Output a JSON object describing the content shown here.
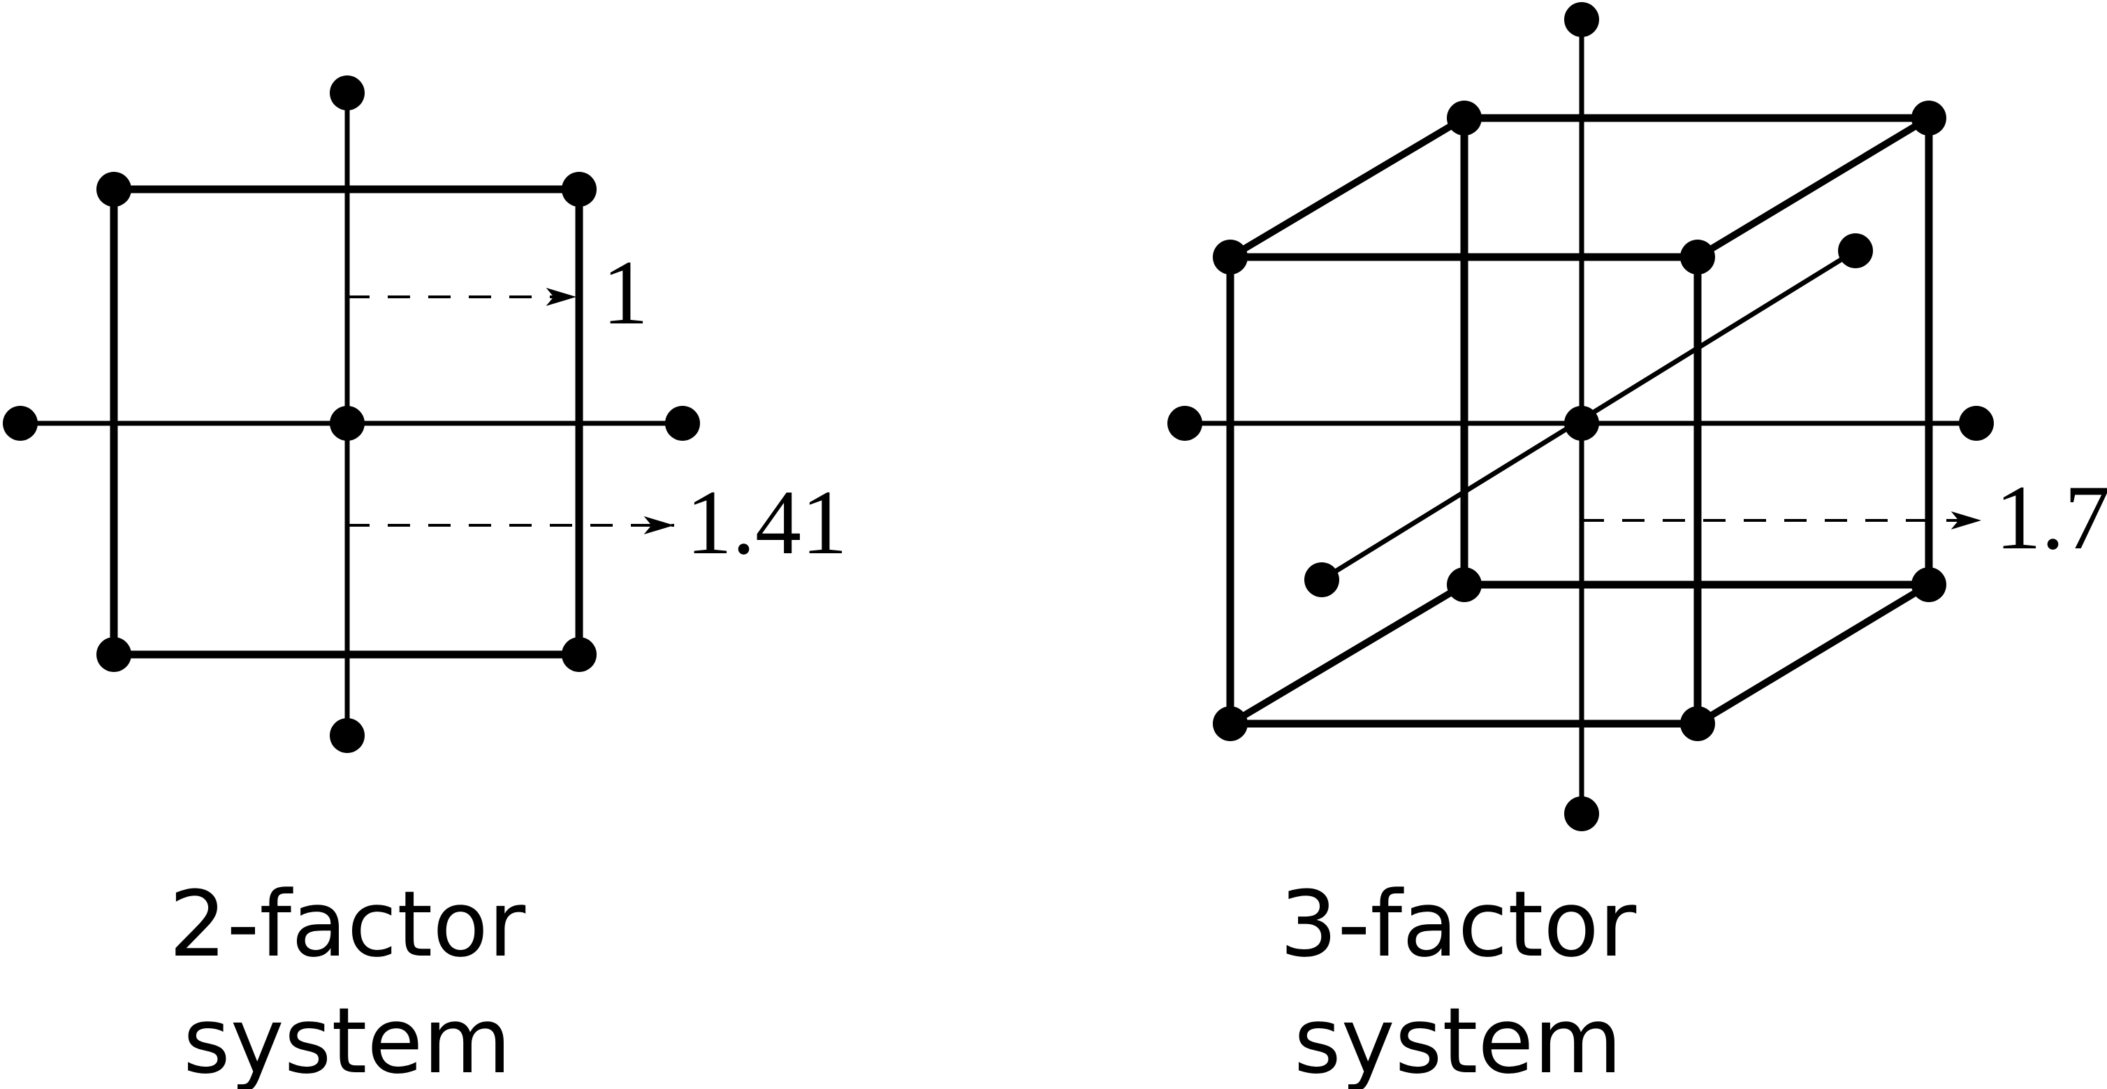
{
  "colors": {
    "ink": "#000000",
    "background": "#ffffff"
  },
  "left_design": {
    "caption_line1": "2-factor",
    "caption_line2": "system",
    "distance_labels": [
      "1",
      "1.41"
    ]
  },
  "right_design": {
    "caption_line1": "3-factor",
    "caption_line2": "system",
    "distance_label": "1.7"
  }
}
